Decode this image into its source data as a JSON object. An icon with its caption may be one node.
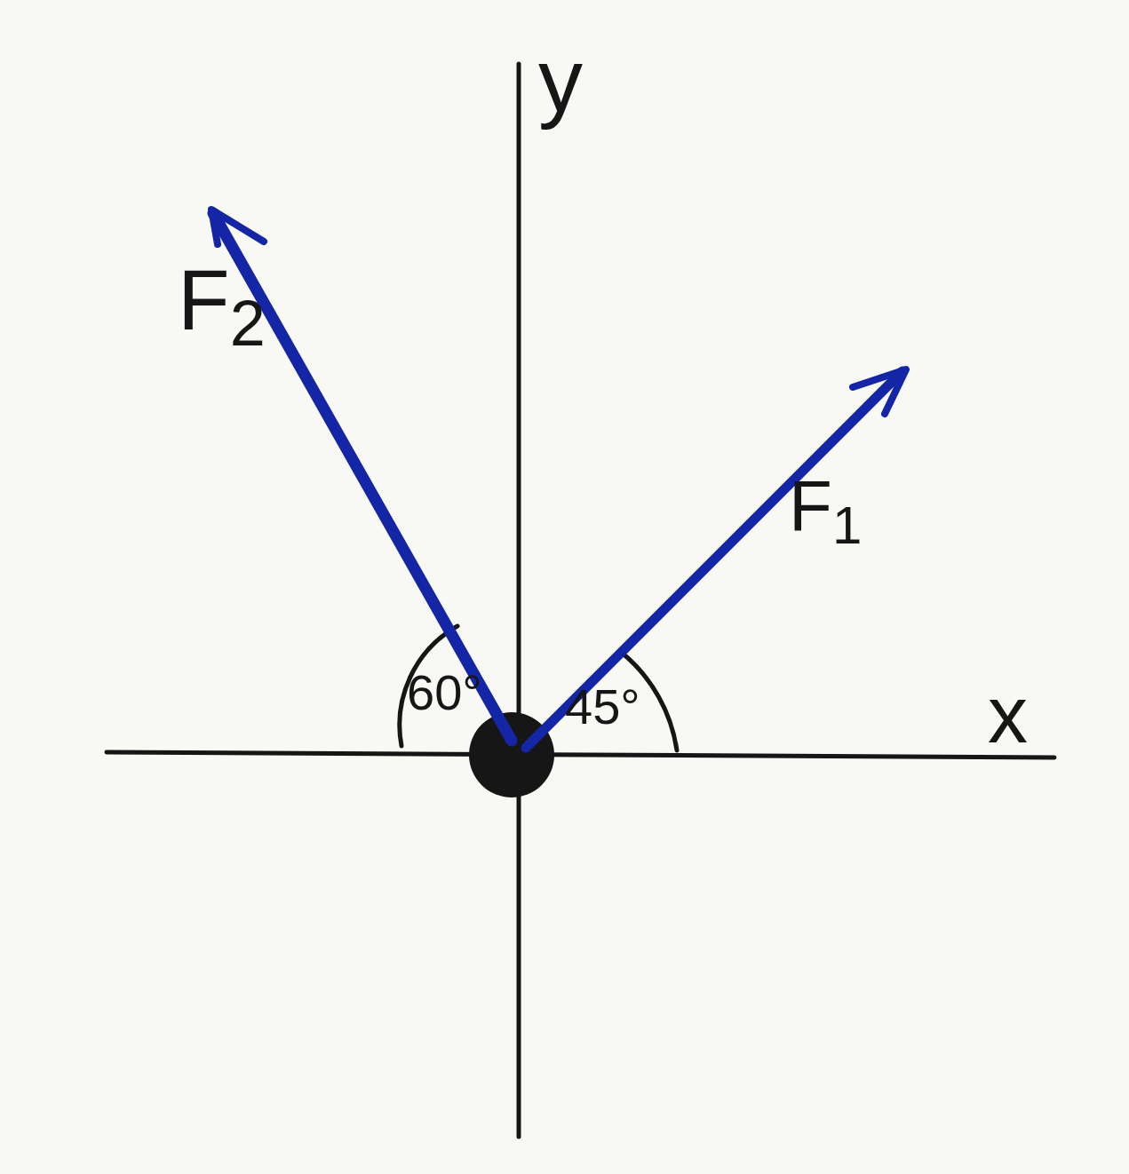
{
  "diagram": {
    "nodes": [
      {
        "text": [],
        "shape": "circle"
      }
    ],
    "labels": [
      "y",
      "F$_{2}$",
      "F$_{1}$",
      "60°",
      "45°",
      "x"
    ]
  }
}
